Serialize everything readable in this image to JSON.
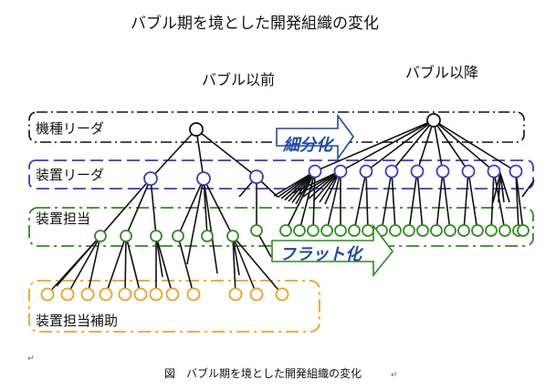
{
  "title": "バブル期を境とした開発組織の変化",
  "columns": {
    "before": "バブル以前",
    "after": "バブル以降"
  },
  "bands": {
    "leader": "機種リーダ",
    "device_leader": "装置リーダ",
    "device_staff": "装置担当",
    "device_assistant": "装置担当補助"
  },
  "callouts": {
    "subdivide": "細分化",
    "flatten": "フラット化"
  },
  "caption": "図　バブル期を境とした開発組織の変化",
  "return_mark": "↵",
  "colors": {
    "leader_band": "#111111",
    "device_leader_band": "#3a3ac8",
    "device_staff_band": "#2e8b1e",
    "assistant_band": "#f0a020",
    "callout": "#1f4aa8"
  }
}
